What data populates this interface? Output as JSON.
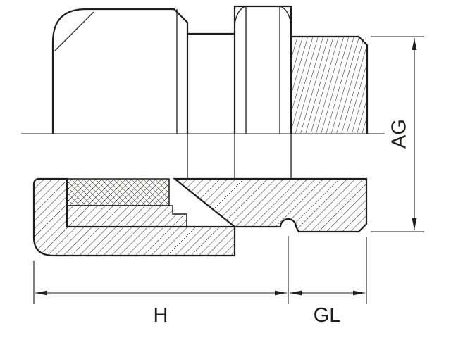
{
  "drawing": {
    "background_color": "#ffffff",
    "line_color": "#1d1d1b"
  },
  "labels": {
    "height_dim": "H",
    "thread_length_dim": "GL",
    "thread_size_dim": "AG"
  }
}
